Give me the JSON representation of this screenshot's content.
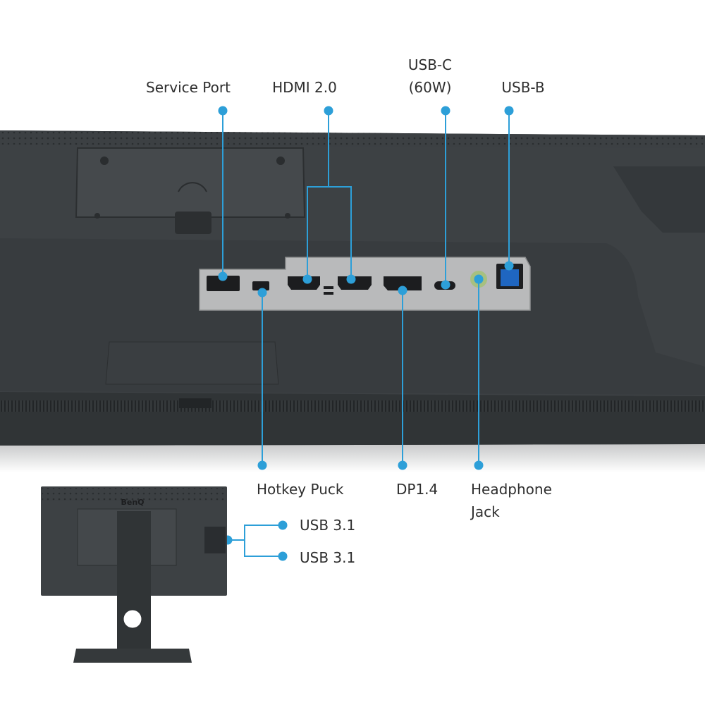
{
  "labels": {
    "service_port": "Service Port",
    "hdmi": "HDMI 2.0",
    "usbc_line1": "USB-C",
    "usbc_line2": "(60W)",
    "usbb": "USB-B",
    "hotkey_puck": "Hotkey Puck",
    "dp": "DP1.4",
    "headphone_line1": "Headphone",
    "headphone_line2": "Jack",
    "usb31_a": "USB 3.1",
    "usb31_b": "USB 3.1"
  },
  "inset": {
    "brand": "BenQ"
  },
  "colors": {
    "accent": "#2d9fd8",
    "body": "#3b3f42",
    "panel": "#b9babb",
    "text": "#2e2e2e"
  }
}
